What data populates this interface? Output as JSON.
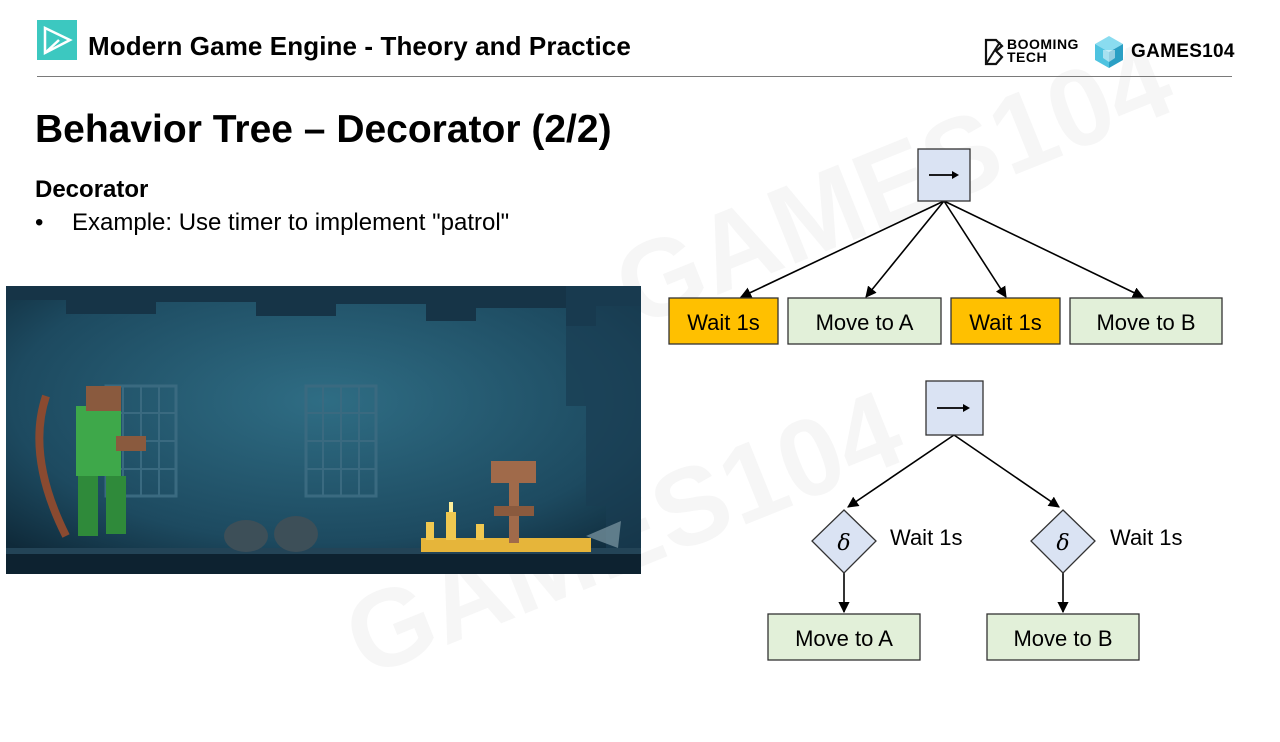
{
  "header": {
    "course_title": "Modern Game Engine - Theory and Practice",
    "brand_booming_line1": "BOOMING",
    "brand_booming_line2": "TECH",
    "brand_games": "GAMES104"
  },
  "slide": {
    "title": "Behavior Tree – Decorator (2/2)",
    "subtitle": "Decorator",
    "bullets": [
      {
        "marker": "•",
        "text": "Example: Use timer to implement \"patrol\""
      }
    ]
  },
  "watermark": {
    "text": "GAMES104"
  },
  "diagram_top": {
    "root_symbol": "→",
    "children": [
      {
        "label": "Wait 1s",
        "kind": "wait"
      },
      {
        "label": "Move to A",
        "kind": "move"
      },
      {
        "label": "Wait 1s",
        "kind": "wait"
      },
      {
        "label": "Move to B",
        "kind": "move"
      }
    ]
  },
  "diagram_bottom": {
    "root_symbol": "→",
    "branches": [
      {
        "decorator_symbol": "δ",
        "decorator_label": "Wait 1s",
        "child_label": "Move to A"
      },
      {
        "decorator_symbol": "δ",
        "decorator_label": "Wait 1s",
        "child_label": "Move to B"
      }
    ]
  },
  "colors": {
    "sequence_fill": "#dae3f3",
    "wait_fill": "#ffc000",
    "move_fill": "#e2f0d9",
    "stroke": "#333333",
    "games_cube": "#4ec3e0",
    "logo_tri": "#3cc8c0"
  }
}
